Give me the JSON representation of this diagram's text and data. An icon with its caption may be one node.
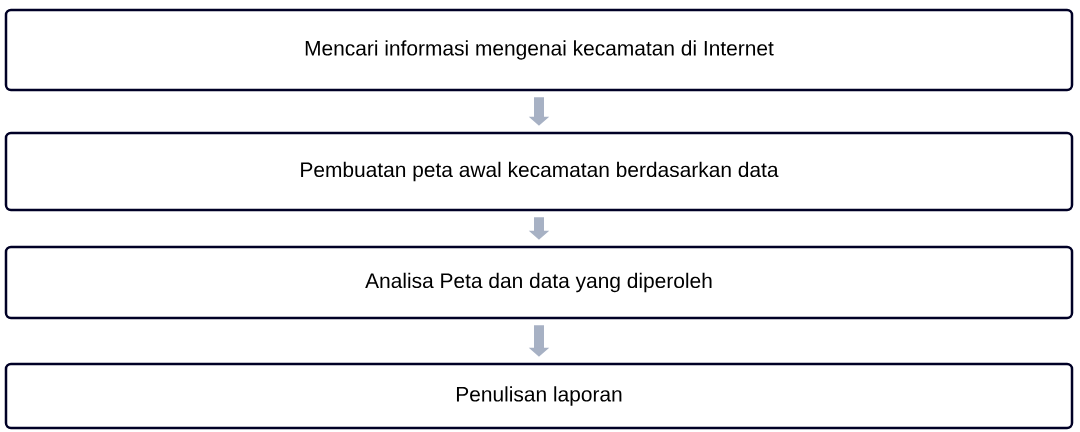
{
  "diagram": {
    "nodes": [
      {
        "text": [
          "Mencari informasi mengenai kecamatan di Internet"
        ]
      },
      {
        "text": [
          "Pembuatan peta awal kecamatan berdasarkan data"
        ]
      },
      {
        "text": [
          "Analisa Peta dan data yang diperoleh"
        ]
      },
      {
        "text": [
          "Penulisan laporan"
        ]
      }
    ],
    "edges": [
      {
        "from": 0,
        "to": 1,
        "arrow": "to"
      },
      {
        "from": 1,
        "to": 2,
        "arrow": "to"
      },
      {
        "from": 2,
        "to": 3,
        "arrow": "to"
      }
    ]
  }
}
